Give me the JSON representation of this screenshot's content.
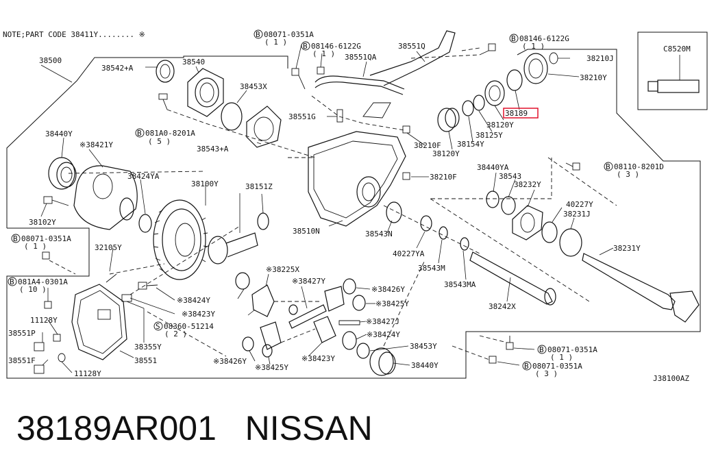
{
  "diagram": {
    "note": "NOTE;PART CODE  38411Y........ ※",
    "code": "J38100AZ",
    "highlight_color": "#e0102a",
    "labels": {
      "l38500": "38500",
      "l38542A": "38542+A",
      "l38540": "38540",
      "l38453X": "38453X",
      "l38543A": "38543+A",
      "b081A0": "081A0-8201A",
      "b081A0q": "( 5 )",
      "l38440Y_a": "38440Y",
      "l38421Y": "※38421Y",
      "l38424YA": "38424YA",
      "l38102Y": "38102Y",
      "l38100Y": "38100Y",
      "l38151Z": "38151Z",
      "b08071_top": "08071-0351A",
      "b08071_topq": "( 1 )",
      "b08146_a": "08146-6122G",
      "b08146_aq": "( 1 )",
      "l38551QA": "38551QA",
      "l38551Q": "38551Q",
      "l38551G": "38551G",
      "b08146_b": "08146-6122G",
      "b08146_bq": "( 1 )",
      "l38210J": "38210J",
      "l38210Y": "38210Y",
      "l38189": "38189",
      "l38120Y_a": "38120Y",
      "l38125Y": "38125Y",
      "l38154Y": "38154Y",
      "l38210F_a": "38210F",
      "l38120Y_b": "38120Y",
      "l38210F_b": "38210F",
      "l38510N": "38510N",
      "l38543N": "38543N",
      "l40227YA": "40227YA",
      "l38543M": "38543M",
      "l38543MA": "38543MA",
      "l38242X": "38242X",
      "l38440YA": "38440YA",
      "l38543": "38543",
      "l38232Y": "38232Y",
      "b08110": "08110-8201D",
      "b08110q": "( 3 )",
      "l40227Y": "40227Y",
      "l38231J": "38231J",
      "l38231Y": "38231Y",
      "b08071_mid": "08071-0351A",
      "b08071_midq": "( 1 )",
      "l32105Y": "32105Y",
      "b081A4": "081A4-0301A",
      "b081A4q": "( 10 )",
      "l38424Y_a": "※38424Y",
      "l38423Y_a": "※38423Y",
      "s08360": "08360-51214",
      "s08360q": "( 2 )",
      "l38355Y": "38355Y",
      "l38551": "38551",
      "l11128Y_a": "11128Y",
      "l38551P": "38551P",
      "l38551F": "38551F",
      "l11128Y_b": "11128Y",
      "l38225X": "※38225X",
      "l38427Y": "※38427Y",
      "l38426Y_a": "※38426Y",
      "l38425Y_a": "※38425Y",
      "l38427J": "※38427J",
      "l38424Y_b": "※38424Y",
      "l38453Y": "38453Y",
      "l38423Y_b": "※38423Y",
      "l38440Y_b": "38440Y",
      "l38426Y_b": "※38426Y",
      "l38425Y_b": "※38425Y",
      "b08071_bot1": "08071-0351A",
      "b08071_bot1q": "( 1 )",
      "b08071_bot2": "08071-0351A",
      "b08071_bot2q": "( 3 )",
      "lC8520M": "C8520M",
      "badge_B": "B",
      "badge_S": "S"
    }
  },
  "footer": {
    "part_number": "38189AR001",
    "brand": "NISSAN"
  }
}
